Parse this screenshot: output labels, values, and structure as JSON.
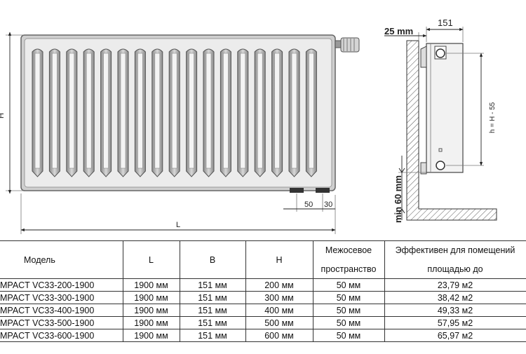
{
  "front_view": {
    "height_label": "H",
    "length_label": "L",
    "dim_50": "50",
    "dim_30": "30"
  },
  "side_view": {
    "depth_label": "151",
    "wall_gap_label": "25 mm",
    "center_label": "h = H - 55",
    "floor_gap_label": "min 60 mm"
  },
  "table": {
    "headers": {
      "model": "Модель",
      "length": "L",
      "depth": "B",
      "height": "H",
      "center_line1": "Межосевое",
      "center_line2": "пространство",
      "area_line1": "Эффективен для помещений",
      "area_line2": "площадью до"
    },
    "rows": [
      {
        "model": "MPACT VC33-200-1900",
        "length": "1900 мм",
        "depth": "151 мм",
        "height": "200 мм",
        "center": "50 мм",
        "area": "23,79 м2"
      },
      {
        "model": "MPACT VC33-300-1900",
        "length": "1900 мм",
        "depth": "151 мм",
        "height": "300 мм",
        "center": "50 мм",
        "area": "38,42 м2"
      },
      {
        "model": "MPACT VC33-400-1900",
        "length": "1900 мм",
        "depth": "151 мм",
        "height": "400 мм",
        "center": "50 мм",
        "area": "49,33 м2"
      },
      {
        "model": "MPACT VC33-500-1900",
        "length": "1900 мм",
        "depth": "151 мм",
        "height": "500 мм",
        "center": "50 мм",
        "area": "57,95 м2"
      },
      {
        "model": "MPACT VC33-600-1900",
        "length": "1900 мм",
        "depth": "151 мм",
        "height": "600 мм",
        "center": "50 мм",
        "area": "65,97 м2"
      }
    ]
  }
}
